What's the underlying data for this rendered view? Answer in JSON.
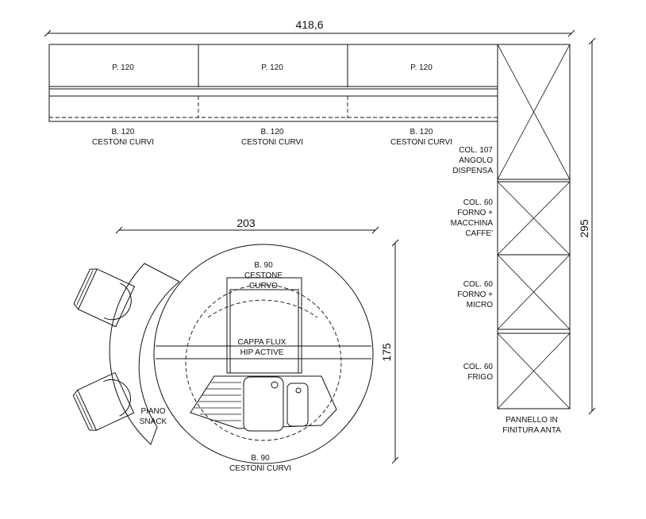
{
  "dimensions": {
    "top_width": "418,6",
    "right_height": "295",
    "island_width": "203",
    "island_height": "175"
  },
  "wall_units": [
    {
      "top": "P. 120",
      "base": "B. 120",
      "base2": "CESTONI CURVI"
    },
    {
      "top": "P. 120",
      "base": "B. 120",
      "base2": "CESTONI CURVI"
    },
    {
      "top": "P. 120",
      "base": "B. 120",
      "base2": "CESTONI CURVI"
    }
  ],
  "columns": [
    {
      "lines": [
        "COL. 107",
        "ANGOLO",
        "DISPENSA"
      ]
    },
    {
      "lines": [
        "COL. 60",
        "FORNO +",
        "MACCHINA",
        "CAFFE'"
      ]
    },
    {
      "lines": [
        "COL. 60",
        "FORNO +",
        "MICRO"
      ]
    },
    {
      "lines": [
        "COL. 60",
        "FRIGO"
      ]
    }
  ],
  "panel": {
    "line1": "PANNELLO IN",
    "line2": "FINITURA ANTA"
  },
  "island": {
    "cestone": {
      "line1": "B. 90",
      "line2": "CESTONE",
      "line3": "CURVO"
    },
    "hood": {
      "line1": "CAPPA FLUX",
      "line2": "HIP ACTIVE"
    },
    "bottom": {
      "line1": "B. 90",
      "line2": "CESTONI CURVI"
    },
    "snack": {
      "line1": "PIANO",
      "line2": "SNACK"
    }
  }
}
